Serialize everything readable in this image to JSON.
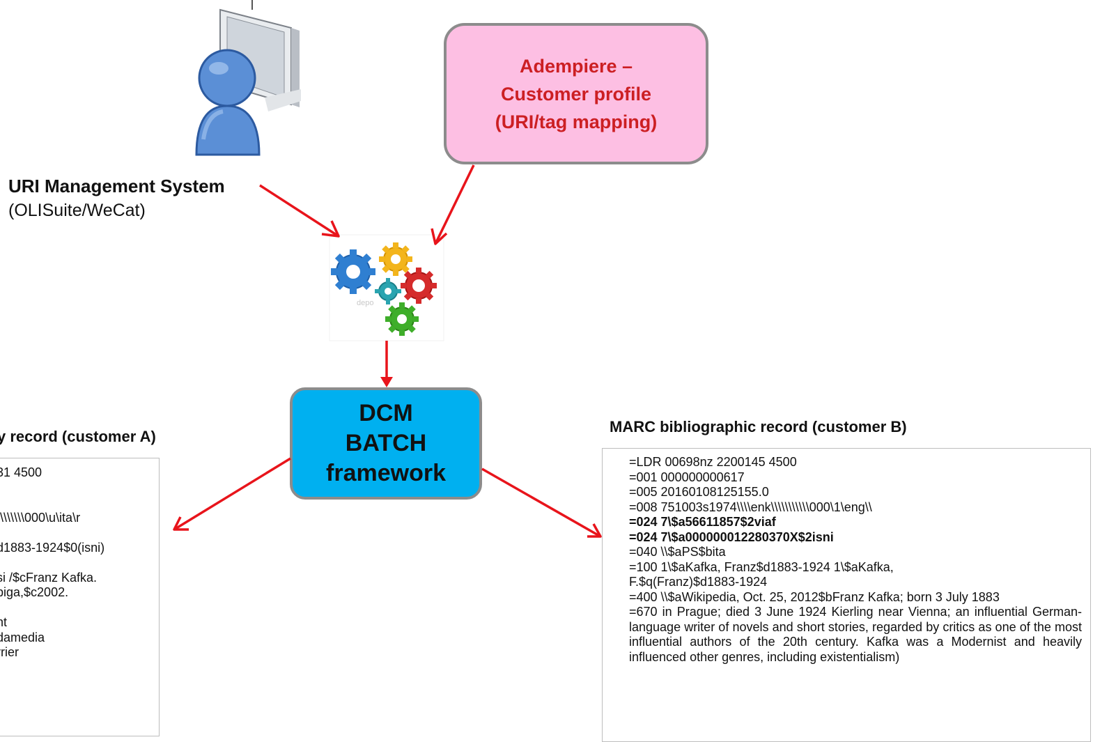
{
  "uri_system": {
    "title": "URI Management System",
    "subtitle": "(OLISuite/WeCat)"
  },
  "adempiere": {
    "lines": [
      "Adempiere –",
      "Customer profile",
      "(URI/tag mapping)"
    ],
    "fill": "#fdbfe3",
    "text_color": "#cc1f23"
  },
  "dcm": {
    "lines": [
      "DCM",
      "BATCH",
      "framework"
    ],
    "fill": "#00b0f0"
  },
  "gears_label": "depo",
  "record_a": {
    "title": "y record (customer A)",
    "lines": [
      "31              4500",
      "",
      "",
      "\\\\\\\\\\\\\\\\000\\u\\ita\\r",
      "",
      "d1883-1924$0(isni)",
      "",
      "si /$cFranz Kafka.",
      "piga,$c2002.",
      "",
      "nt",
      "damedia",
      "rrier"
    ]
  },
  "record_b": {
    "title": "MARC bibliographic record (customer B)",
    "lines": [
      {
        "text": "=LDR    00698nz 2200145                     4500",
        "bold": false
      },
      {
        "text": "=001    000000000617",
        "bold": false
      },
      {
        "text": "=005    20160108125155.0",
        "bold": false
      },
      {
        "text": "=008    751003s1974\\\\\\\\enk\\\\\\\\\\\\\\\\\\\\\\000\\1\\eng\\\\",
        "bold": false
      },
      {
        "text": "=024    7\\$a56611857$2viaf",
        "bold": true
      },
      {
        "text": "=024    7\\$a000000012280370X$2isni",
        "bold": true
      },
      {
        "text": "=040    \\\\$aPS$bita",
        "bold": false
      },
      {
        "text": "=100    1\\$aKafka, Franz$d1883-1924 1\\$aKafka,",
        "bold": false
      },
      {
        "text": "F.$q(Franz)$d1883-1924",
        "bold": false
      }
    ],
    "paragraph": "=400    \\\\$aWikipedia, Oct. 25, 2012$bFranz Kafka; born 3 July 1883",
    "paragraph2": "=670    in Prague; died 3 June 1924 Kierling near Vienna; an influential  German- language writer of novels and short stories, regarded by critics as one of the most influential authors of the 20th century. Kafka was a Modernist and heavily influenced other genres, including existentialism)"
  },
  "arrow_color": "#e8141b"
}
